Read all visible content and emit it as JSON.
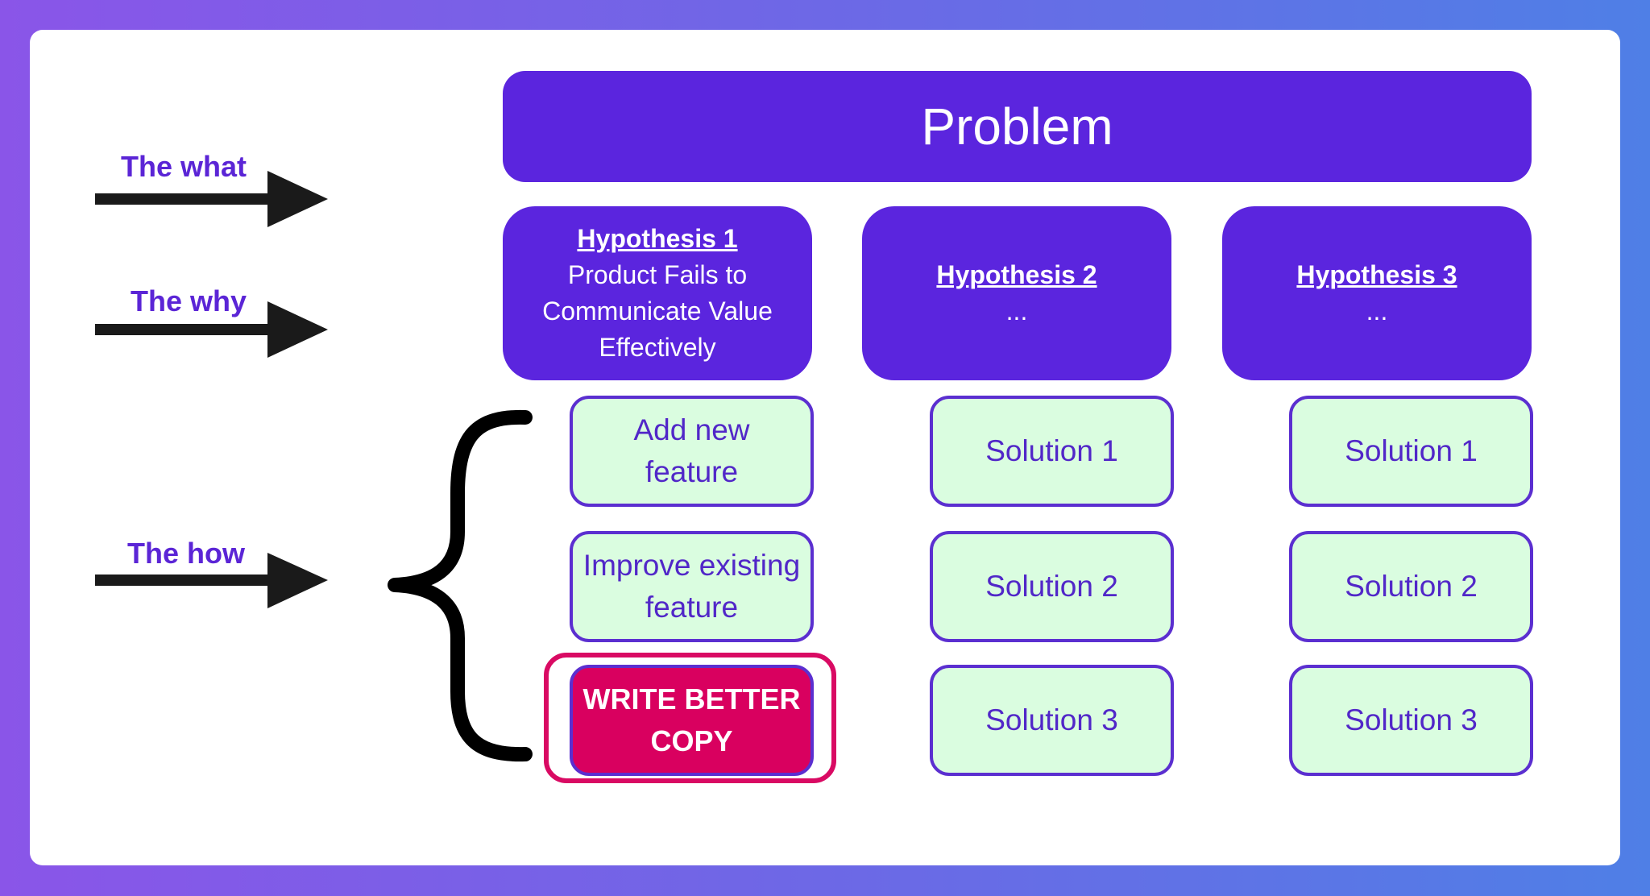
{
  "labels": {
    "what": "The what",
    "why": "The why",
    "how": "The how"
  },
  "problem": "Problem",
  "hypotheses": [
    {
      "title": "Hypothesis 1 ",
      "description": "Product Fails to Communicate Value Effectively"
    },
    {
      "title": "Hypothesis 2",
      "description": "..."
    },
    {
      "title": "Hypothesis 3",
      "description": "..."
    }
  ],
  "solutions": {
    "col1": [
      "Add new feature",
      "Improve existing feature",
      "WRITE BETTER COPY"
    ],
    "col2": [
      "Solution 1",
      "Solution 2",
      "Solution 3"
    ],
    "col3": [
      "Solution 1",
      "Solution 2",
      "Solution 3"
    ]
  },
  "colors": {
    "primary": "#5b25de",
    "solution_fill": "#dafde0",
    "highlight": "#d9005f",
    "arrow": "#1a1a1a"
  },
  "icons": [
    "arrow-right-icon",
    "curly-brace-icon"
  ]
}
